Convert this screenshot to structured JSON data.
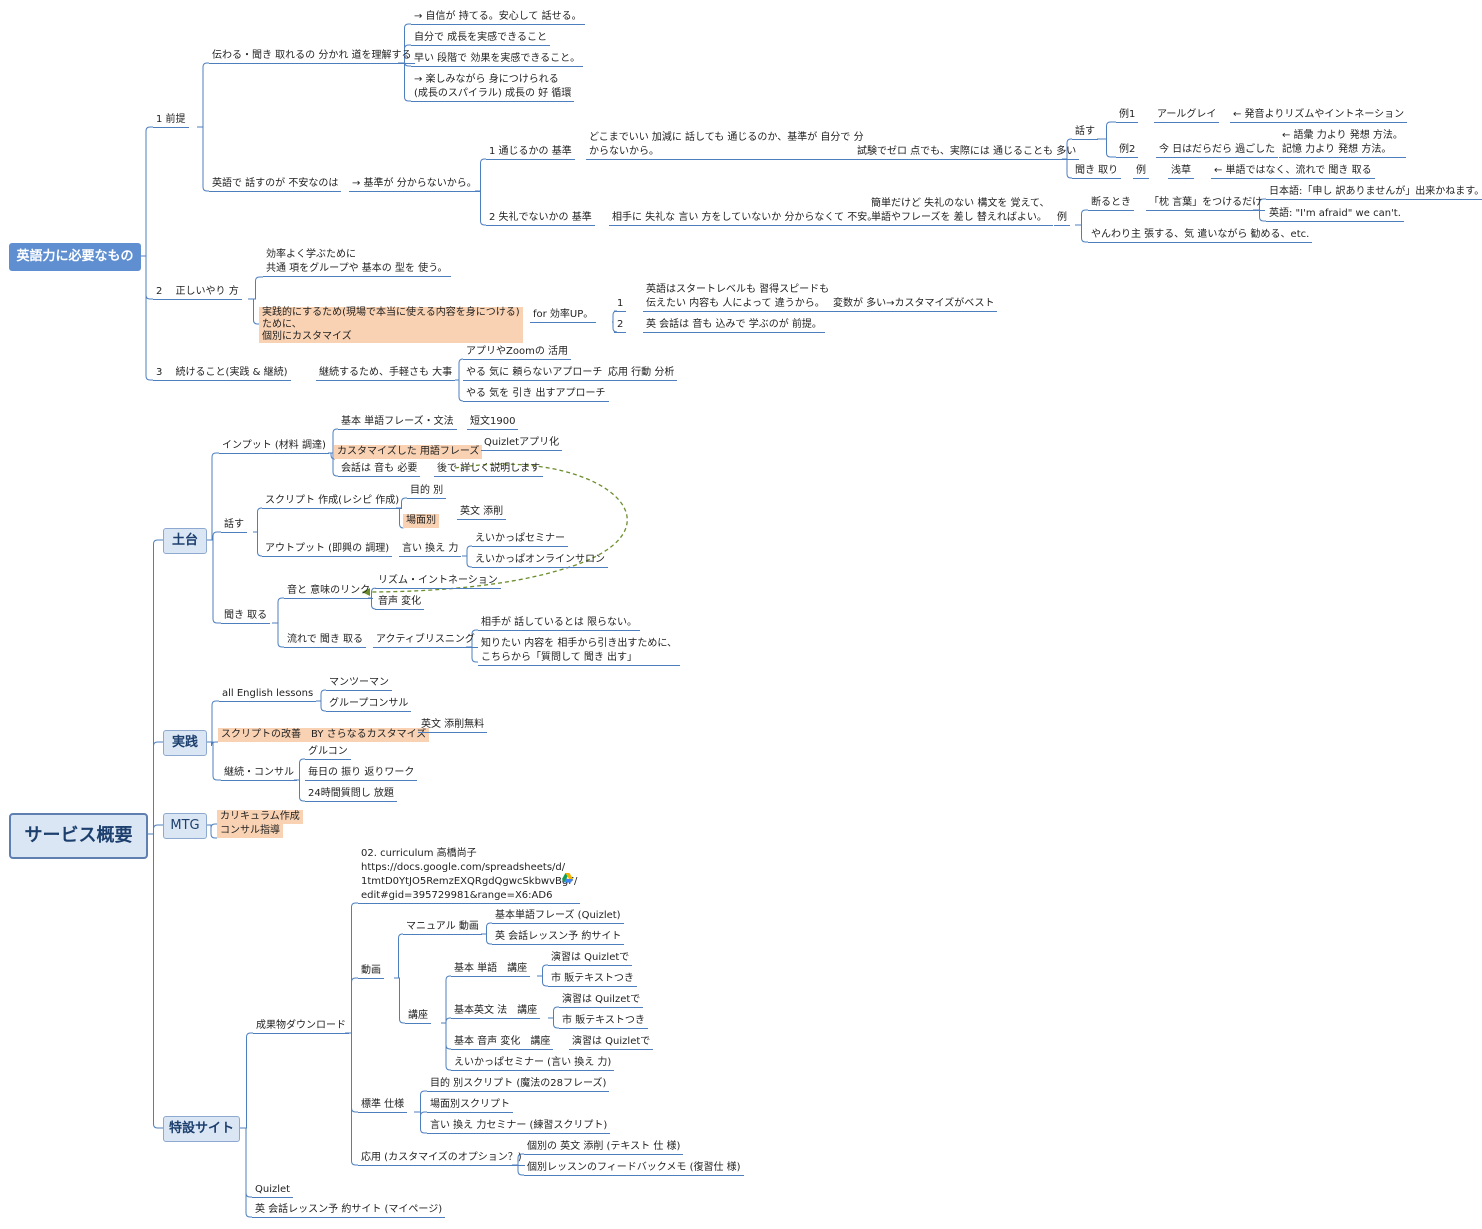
{
  "n": {
    "root1": "英語力に必要なもの",
    "root2": "サービス概要",
    "b_zen": "1 前提",
    "zen_a": "伝わる・聞き 取れるの 分かれ 道を理解する",
    "zen_a1": "→ 自信が 持てる。安心して 話せる。",
    "zen_a2": "自分で 成長を実感できること",
    "zen_a3": "早い 段階で 効果を実感できること。",
    "zen_a4": "→ 楽しみながら 身につけられる\n(成長のスパイラル) 成長の 好 循環",
    "zen_b": "英語で 話すのが 不安なのは",
    "zen_b1": "→ 基準が 分からないから。",
    "kijun1": "1 通じるかの 基準",
    "kijun1a": "どこまでいい 加減に 話しても 通じるのか、基準が 自分で 分\nからないから。",
    "shiken": "試験でゼロ 点でも、実際には 通じることも 多い",
    "hanasu": "話す",
    "rei1": "例1",
    "earl": "アールグレイ",
    "hatsuon": "← 発音よりリズムやイントネーション",
    "rei2": "例2",
    "kyou": "今 日はだらだら 過ごした",
    "goi": "← 語彙 力より 発想 方法。\n記憶 力より 発想 方法。",
    "kikitori": "聞き 取り",
    "rei": "例",
    "asakusa": "浅草",
    "tango": "← 単語ではなく、流れで 聞き 取る",
    "kijun2": "2 失礼でないかの 基準",
    "kijun2a": "相手に 失礼な 言い 方をしていないか 分からなくて 不安。",
    "kantan": "簡単だけど 失礼のない 構文を 覚えて、\n単語やフレーズを 差し 替えればよい。",
    "rei_b": "例",
    "kotowaru": "断るとき",
    "makura": "「枕 言葉」をつけるだけ",
    "jp": "日本語:「申し 訳ありませんが」出来かねます。",
    "en": "英語: \"I'm afraid\" we can't.",
    "yanwari": "やんわり主 張する、気 遣いながら 勧める、etc.",
    "b_tadashii": "2　 正しいやり 方",
    "t1": "効率よく学ぶために\n共通 項をグループや 基本の 型を 使う。",
    "t2": "実践的にするため(現場で本当に使える内容を身につける)\nために、\n個別にカスタマイズ",
    "t3": "for 効率UP。",
    "t3a_n": "1",
    "t3a": "英語はスタートレベルも 習得スピードも\n伝えたい 内容も 人によって 違うから。",
    "hensu": "変数が 多い→カスタマイズがベスト",
    "t3b_n": "2",
    "t3b": "英 会話は 音も 込みで 学ぶのが 前提。",
    "b_tsuzuke": "3　 続けること(実践 & 継続)",
    "keizoku": "継続するため、手軽さも 大事",
    "app": "アプリやZoomの 活用",
    "yaruki1": "やる 気に 頼らないアプローチ",
    "yaruki2": "やる 気を 引き 出すアプローチ",
    "ouyou": "応用 行動 分析",
    "dodai": "土台",
    "input": "インプット (材料 調達)",
    "kihon": "基本 単語フレーズ・文法",
    "tanbun": "短文1900",
    "custom_yougo": "カスタマイズした 用語フレーズ",
    "quizlet_app": "Quizletアプリ化",
    "kaiwa_oto": "会話は 音も 必要",
    "atode": "後で 詳しく説明します",
    "hanasu2": "話す",
    "script": "スクリプト 作成(レシピ 作成)",
    "mokuteki": "目的 別",
    "bamen": "場面別",
    "eibun": "英文 添削",
    "output": "アウトプット (即興の 調理)",
    "iikae": "言い 換え 力",
    "eikappa1": "えいかっぱセミナー",
    "eikappa2": "えいかっぱオンラインサロン",
    "kikitoru": "聞き 取る",
    "oto_imi": "音と 意味のリンク",
    "rhythm": "リズム・イントネーション",
    "onsei": "音声 変化",
    "nagare": "流れで 聞き 取る",
    "active": "アクティブリスニング",
    "aite": "相手が 話しているとは 限らない。",
    "shiritai": "知りたい 内容を 相手から引き出すために、\nこちらから「質問して 聞き 出す」",
    "jissen": "実践",
    "allenglish": "all English lessons",
    "man": "マンツーマン",
    "group": "グループコンサル",
    "kaizen": "スクリプトの改善　BY さらなるカスタマイズ",
    "eibun_free": "英文 添削無料",
    "keizoku_consul": "継続・コンサル",
    "gurucon": "グルコン",
    "mainichi": "毎日の 振り 返りワーク",
    "shitsumon": "24時間質問し 放題",
    "mtg": "MTG",
    "curric": "カリキュラム作成",
    "consul": "コンサル指導",
    "tokusetsu": "特設サイト",
    "curric_link": "02. curriculum 高橋尚子\nhttps://docs.google.com/spreadsheets/d/\n1tmtD0YtJO5RemzEXQRgdQgwcSkbwvBgF/\nedit#gid=395729981&range=X6:AD6",
    "seika": "成果物ダウンロード",
    "douga": "動画",
    "manual": "マニュアル 動画",
    "kihon_q": "基本単語フレーズ (Quizlet)",
    "yoyaku": "英 会話レッスン予 約サイト",
    "kouza": "講座",
    "tango_kouza": "基本 単語　講座",
    "ensyu1": "演習は Quizletで",
    "shihan1": "市 販テキストつき",
    "bunpou_kouza": "基本英文 法　講座",
    "ensyu2": "演習は Quilzetで",
    "shihan2": "市 販テキストつき",
    "onsei_kouza": "基本 音声 変化　講座",
    "ensyu3": "演習は Quizletで",
    "eikappa_iikae": "えいかっぱセミナー (言い 換え 力)",
    "hyoujun": "標準 仕様",
    "mokuteki_script": "目的 別スクリプト (魔法の28フレーズ)",
    "bamen_script": "場面別スクリプト",
    "iikae_seminar": "言い 換え 力セミナー (練習スクリプト)",
    "ouyou_custom": "応用 (カスタマイズのオプション？)",
    "kobetsu_eibun": "個別の 英文 添削 (テキスト 仕 様)",
    "feedback": "個別レッスンのフィードバックメモ (復習仕 様)",
    "quizlet": "Quizlet",
    "mypage": "英 会話レッスン予 約サイト (マイページ)"
  },
  "colors": {
    "link": "#4d7fbf",
    "highlight": "#f9d2b3",
    "topic_fill": "#dae6f4",
    "root_blue": "#5f8fd0",
    "relation": "#6b8e2d"
  },
  "icons": [
    "google-drive-icon"
  ]
}
